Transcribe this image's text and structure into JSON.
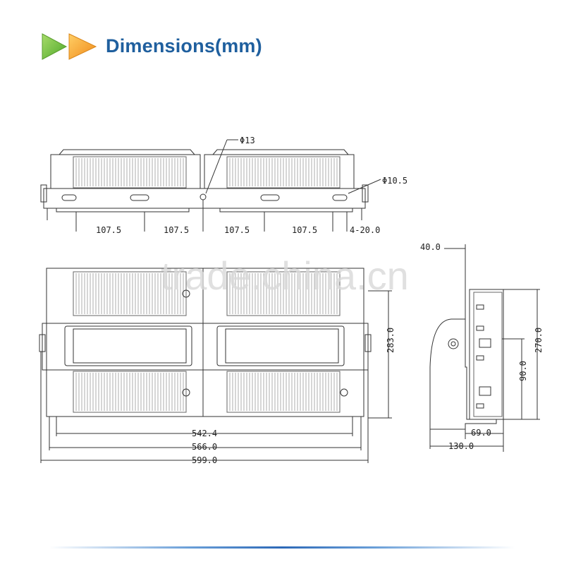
{
  "header": {
    "title": "Dimensions(mm)"
  },
  "watermark": "trade.china.cn",
  "top_view": {
    "hole_label_1": "Φ13",
    "hole_label_2": "Φ10.5",
    "spacings": [
      "107.5",
      "107.5",
      "107.5",
      "107.5"
    ],
    "slot_label": "4-20.0"
  },
  "front_view": {
    "height": "283.0",
    "widths": [
      "542.4",
      "566.0",
      "599.0"
    ]
  },
  "side_view": {
    "top_offset": "40.0",
    "height_total": "270.0",
    "height_lower": "90.0",
    "depth_inner": "69.0",
    "depth_total": "130.0"
  },
  "colors": {
    "title": "#1f5f9e",
    "logo_green": "#7cc242",
    "logo_orange": "#f39c1f",
    "line": "#333333"
  }
}
